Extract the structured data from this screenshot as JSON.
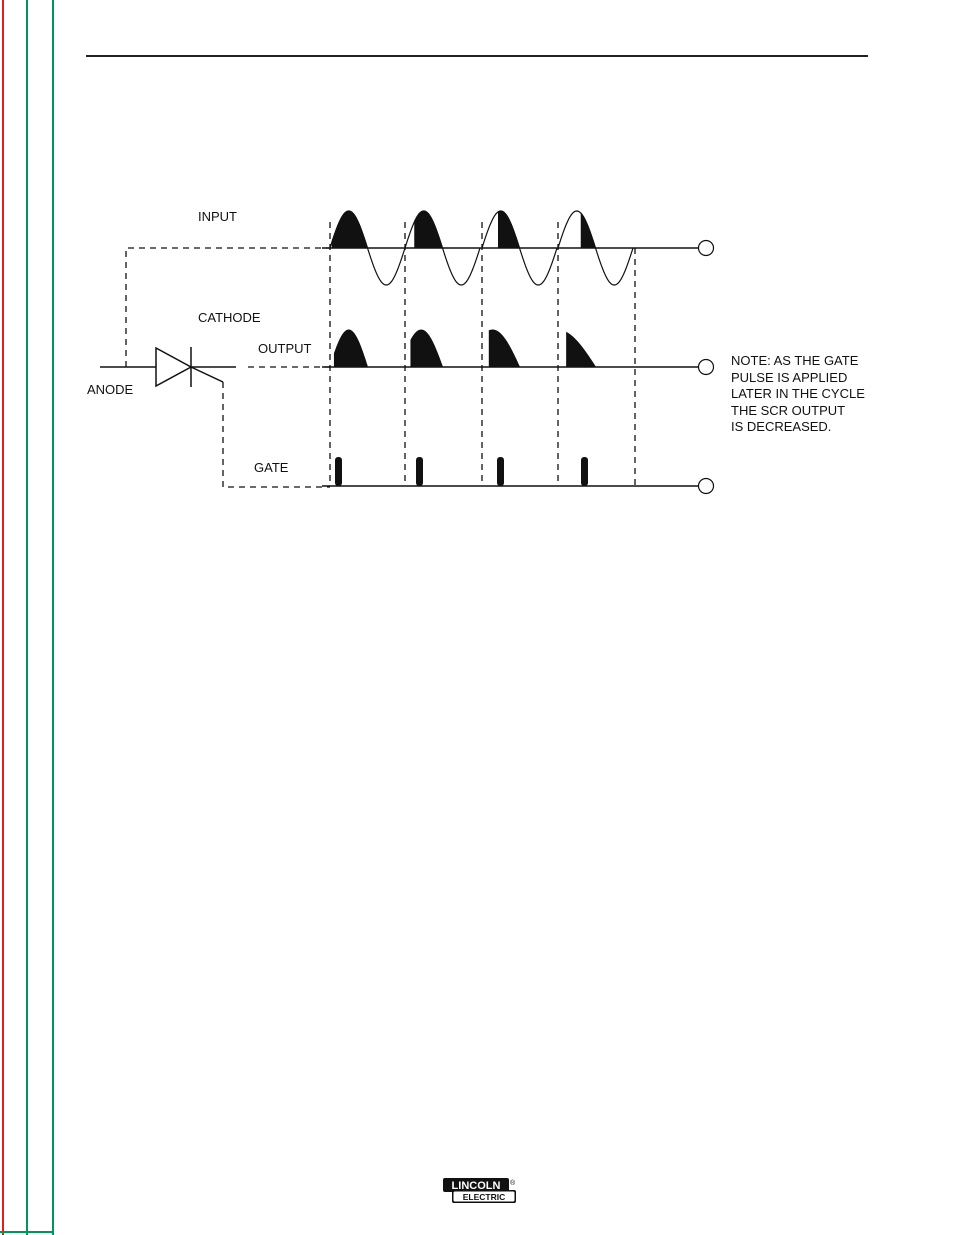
{
  "labels": {
    "input": "INPUT",
    "cathode": "CATHODE",
    "output": "OUTPUT",
    "anode": "ANODE",
    "gate": "GATE"
  },
  "note": "NOTE: AS THE GATE\nPULSE IS APPLIED\nLATER IN THE CYCLE\nTHE SCR OUTPUT\nIS DECREASED.",
  "logo": {
    "top": "LINCOLN",
    "bottom": "ELECTRIC",
    "registered": "®"
  },
  "colors": {
    "accent_red": "#e31b23",
    "accent_green": "#00965e",
    "ink": "#111111"
  }
}
